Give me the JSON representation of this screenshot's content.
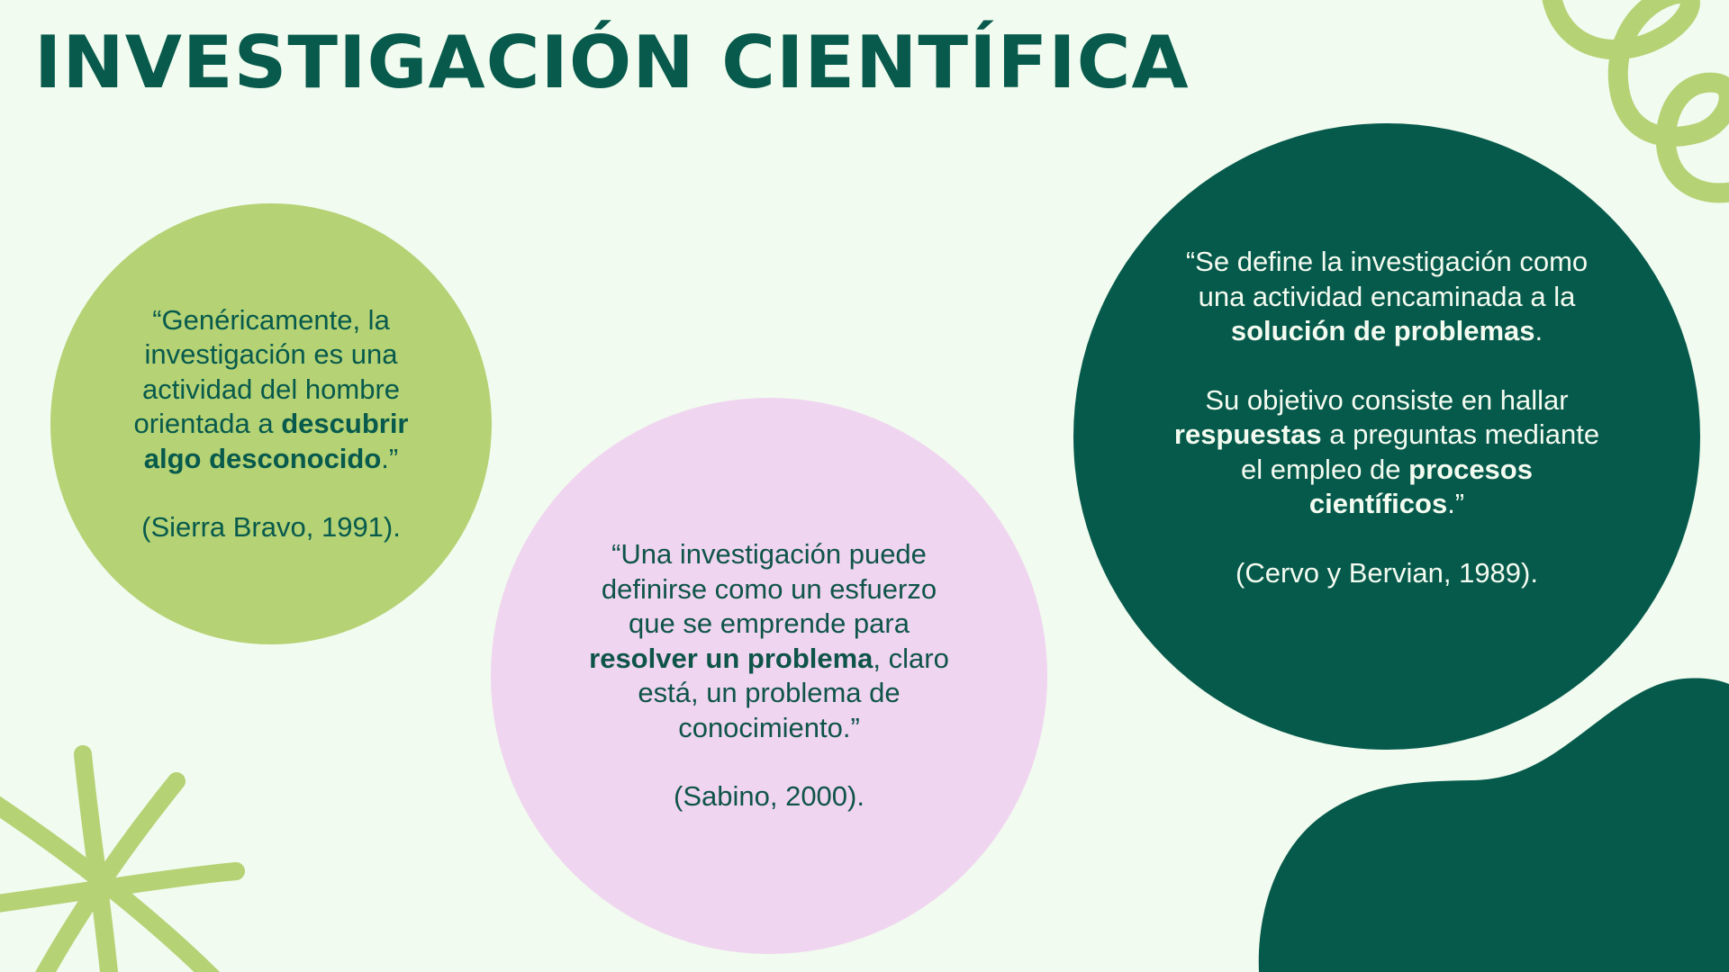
{
  "slide": {
    "title": "INVESTIGACIÓN CIENTÍFICA",
    "colors": {
      "background": "#f1fbef",
      "dark_green": "#065a4c",
      "light_green": "#b5d275",
      "pink": "#f0d5f0",
      "white_text": "#f4fbf0"
    }
  },
  "quotes": [
    {
      "paragraphs": [
        {
          "t1": "“Genéricamente, la investigación es una actividad del hombre orientada a ",
          "b1": "descubrir algo desconocido",
          "t2": ".”"
        },
        {
          "t1": "(Sierra Bravo, 1991)."
        }
      ]
    },
    {
      "paragraphs": [
        {
          "t1": "“Una investigación puede definirse como un esfuerzo que se emprende para ",
          "b1": "resolver un problema",
          "t2": ", claro está, un problema de conocimiento.”"
        },
        {
          "t1": "(Sabino, 2000)."
        }
      ]
    },
    {
      "paragraphs": [
        {
          "t1": "“Se define la investigación como una actividad encaminada a la ",
          "b1": "solución de problemas",
          "t2": "."
        },
        {
          "t1": "Su objetivo consiste en hallar ",
          "b1": "respuestas",
          "t2": " a preguntas mediante el empleo de ",
          "b2": "procesos científicos",
          "t3": ".”"
        },
        {
          "t1": "(Cervo y Bervian, 1989)."
        }
      ]
    }
  ],
  "decorations": {
    "top_right": "squiggle-loop-icon",
    "bottom_left": "asterisk-star-icon",
    "bottom_right": "organic-blob-shape"
  }
}
